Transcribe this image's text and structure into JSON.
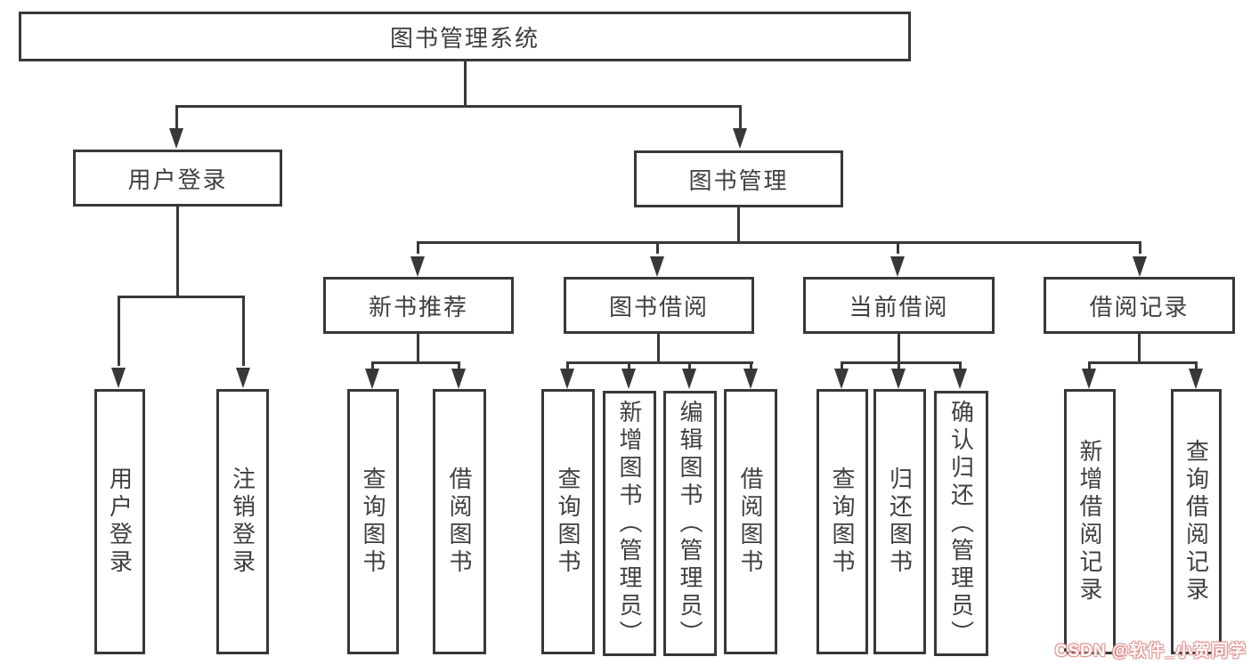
{
  "colors": {
    "line": "#383838",
    "text": "#3f3f3f",
    "background": "#ffffff",
    "watermark": "#e08f8f"
  },
  "watermark": "CSDN @软件_小贺同学",
  "root": {
    "label": "图书管理系统"
  },
  "level2": [
    {
      "label": "用户登录"
    },
    {
      "label": "图书管理"
    }
  ],
  "level3": [
    {
      "label": "新书推荐",
      "parent": "图书管理"
    },
    {
      "label": "图书借阅",
      "parent": "图书管理"
    },
    {
      "label": "当前借阅",
      "parent": "图书管理"
    },
    {
      "label": "借阅记录",
      "parent": "图书管理"
    }
  ],
  "leaves": [
    {
      "label": "用户登录",
      "parent": "用户登录"
    },
    {
      "label": "注销登录",
      "parent": "用户登录"
    },
    {
      "label": "查询图书",
      "parent": "新书推荐"
    },
    {
      "label": "借阅图书",
      "parent": "新书推荐"
    },
    {
      "label": "查询图书",
      "parent": "图书借阅"
    },
    {
      "label": "新增图书（管理员）",
      "parent": "图书借阅"
    },
    {
      "label": "编辑图书（管理员）",
      "parent": "图书借阅"
    },
    {
      "label": "借阅图书",
      "parent": "图书借阅"
    },
    {
      "label": "查询图书",
      "parent": "当前借阅"
    },
    {
      "label": "归还图书",
      "parent": "当前借阅"
    },
    {
      "label": "确认归还（管理员）",
      "parent": "当前借阅"
    },
    {
      "label": "新增借阅记录",
      "parent": "借阅记录"
    },
    {
      "label": "查询借阅记录",
      "parent": "借阅记录"
    }
  ]
}
